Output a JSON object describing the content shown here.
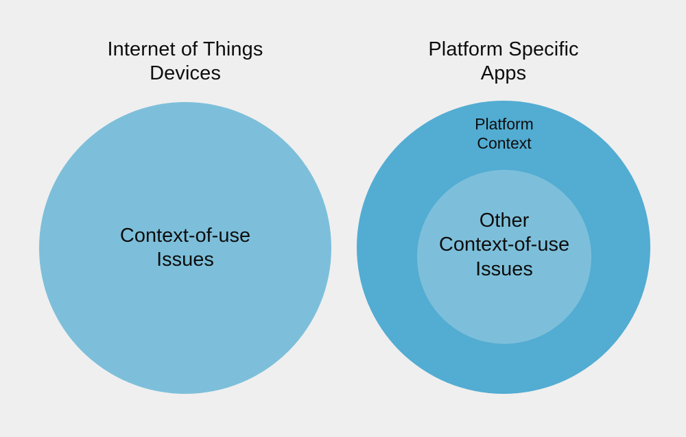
{
  "diagram": {
    "background_color": "#efefef",
    "groups": [
      {
        "id": "iot",
        "title": "Internet of Things\nDevices",
        "circles": [
          {
            "name": "context-of-use-issues",
            "label": "Context-of-use\nIssues",
            "color": "#7dbfda"
          }
        ]
      },
      {
        "id": "platform",
        "title": "Platform Specific\nApps",
        "circles": [
          {
            "name": "platform-context",
            "label": "Platform\nContext",
            "color": "#53acd2"
          },
          {
            "name": "other-context-of-use-issues",
            "label": "Other\nContext-of-use\nIssues",
            "color": "#7dbfda"
          }
        ]
      }
    ]
  }
}
